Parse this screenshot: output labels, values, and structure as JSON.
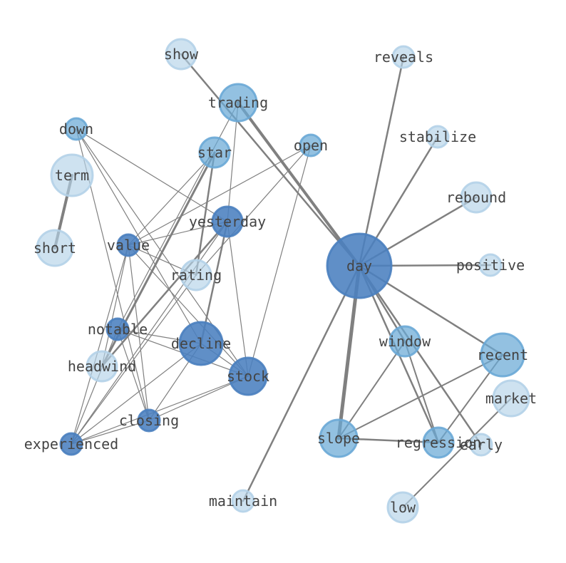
{
  "colors": {
    "edge": "#808080",
    "label": "#444444",
    "tier_dark": "#4a80bf",
    "tier_mid": "#6aa9d6",
    "tier_light": "#b4d2e8"
  },
  "nodes": [
    {
      "id": "show",
      "label": "show",
      "tier": "light"
    },
    {
      "id": "reveals",
      "label": "reveals",
      "tier": "light"
    },
    {
      "id": "trading",
      "label": "trading",
      "tier": "mid"
    },
    {
      "id": "down",
      "label": "down",
      "tier": "mid"
    },
    {
      "id": "stabilize",
      "label": "stabilize",
      "tier": "light"
    },
    {
      "id": "star",
      "label": "star",
      "tier": "mid"
    },
    {
      "id": "open",
      "label": "open",
      "tier": "mid"
    },
    {
      "id": "term",
      "label": "term",
      "tier": "light"
    },
    {
      "id": "rebound",
      "label": "rebound",
      "tier": "light"
    },
    {
      "id": "yesterday",
      "label": "yesterday",
      "tier": "dark"
    },
    {
      "id": "short",
      "label": "short",
      "tier": "light"
    },
    {
      "id": "value",
      "label": "value",
      "tier": "dark"
    },
    {
      "id": "day",
      "label": "day",
      "tier": "dark"
    },
    {
      "id": "positive",
      "label": "positive",
      "tier": "light"
    },
    {
      "id": "rating",
      "label": "rating",
      "tier": "light"
    },
    {
      "id": "notable",
      "label": "notable",
      "tier": "dark"
    },
    {
      "id": "window",
      "label": "window",
      "tier": "mid"
    },
    {
      "id": "decline",
      "label": "decline",
      "tier": "dark"
    },
    {
      "id": "recent",
      "label": "recent",
      "tier": "mid"
    },
    {
      "id": "headwind",
      "label": "headwind",
      "tier": "light"
    },
    {
      "id": "stock",
      "label": "stock",
      "tier": "dark"
    },
    {
      "id": "market",
      "label": "market",
      "tier": "light"
    },
    {
      "id": "closing",
      "label": "closing",
      "tier": "dark"
    },
    {
      "id": "slope",
      "label": "slope",
      "tier": "mid"
    },
    {
      "id": "regression",
      "label": "regression",
      "tier": "mid"
    },
    {
      "id": "early",
      "label": "early",
      "tier": "light"
    },
    {
      "id": "experienced",
      "label": "experienced",
      "tier": "dark"
    },
    {
      "id": "maintain",
      "label": "maintain",
      "tier": "light"
    },
    {
      "id": "low",
      "label": "low",
      "tier": "light"
    }
  ],
  "edges": [
    [
      "day",
      "show",
      2.5
    ],
    [
      "day",
      "trading",
      4
    ],
    [
      "day",
      "reveals",
      2.5
    ],
    [
      "day",
      "stabilize",
      2.5
    ],
    [
      "day",
      "rebound",
      2.5
    ],
    [
      "day",
      "positive",
      2.5
    ],
    [
      "day",
      "window",
      2.5
    ],
    [
      "day",
      "recent",
      2.5
    ],
    [
      "day",
      "slope",
      5
    ],
    [
      "day",
      "regression",
      2.5
    ],
    [
      "day",
      "early",
      2.5
    ],
    [
      "day",
      "maintain",
      2.5
    ],
    [
      "term",
      "short",
      4
    ],
    [
      "window",
      "slope",
      2
    ],
    [
      "window",
      "regression",
      2
    ],
    [
      "recent",
      "slope",
      2
    ],
    [
      "recent",
      "regression",
      2
    ],
    [
      "slope",
      "regression",
      2.5
    ],
    [
      "market",
      "low",
      2
    ],
    [
      "star",
      "rating",
      2.5
    ],
    [
      "star",
      "headwind",
      3
    ],
    [
      "yesterday",
      "decline",
      2.5
    ],
    [
      "yesterday",
      "headwind",
      2.5
    ],
    [
      "trading",
      "yesterday",
      1.2
    ],
    [
      "trading",
      "notable",
      1.2
    ],
    [
      "star",
      "value",
      1.2
    ],
    [
      "open",
      "value",
      1.2
    ],
    [
      "open",
      "rating",
      1.2
    ],
    [
      "open",
      "stock",
      1.2
    ],
    [
      "down",
      "yesterday",
      1.2
    ],
    [
      "down",
      "decline",
      1.2
    ],
    [
      "down",
      "stock",
      1.2
    ],
    [
      "down",
      "closing",
      1.2
    ],
    [
      "yesterday",
      "value",
      1.2
    ],
    [
      "yesterday",
      "stock",
      1.2
    ],
    [
      "yesterday",
      "experienced",
      1.2
    ],
    [
      "value",
      "rating",
      1.2
    ],
    [
      "value",
      "closing",
      1.2
    ],
    [
      "value",
      "experienced",
      1.2
    ],
    [
      "value",
      "stock",
      1.2
    ],
    [
      "value",
      "headwind",
      1.2
    ],
    [
      "rating",
      "experienced",
      1.2
    ],
    [
      "notable",
      "decline",
      1.2
    ],
    [
      "notable",
      "stock",
      1.2
    ],
    [
      "notable",
      "closing",
      1.2
    ],
    [
      "notable",
      "experienced",
      1.2
    ],
    [
      "decline",
      "closing",
      1.2
    ],
    [
      "decline",
      "experienced",
      1.2
    ],
    [
      "decline",
      "stock",
      1.2
    ],
    [
      "stock",
      "closing",
      1.2
    ],
    [
      "stock",
      "experienced",
      1.2
    ],
    [
      "closing",
      "experienced",
      1.2
    ]
  ]
}
